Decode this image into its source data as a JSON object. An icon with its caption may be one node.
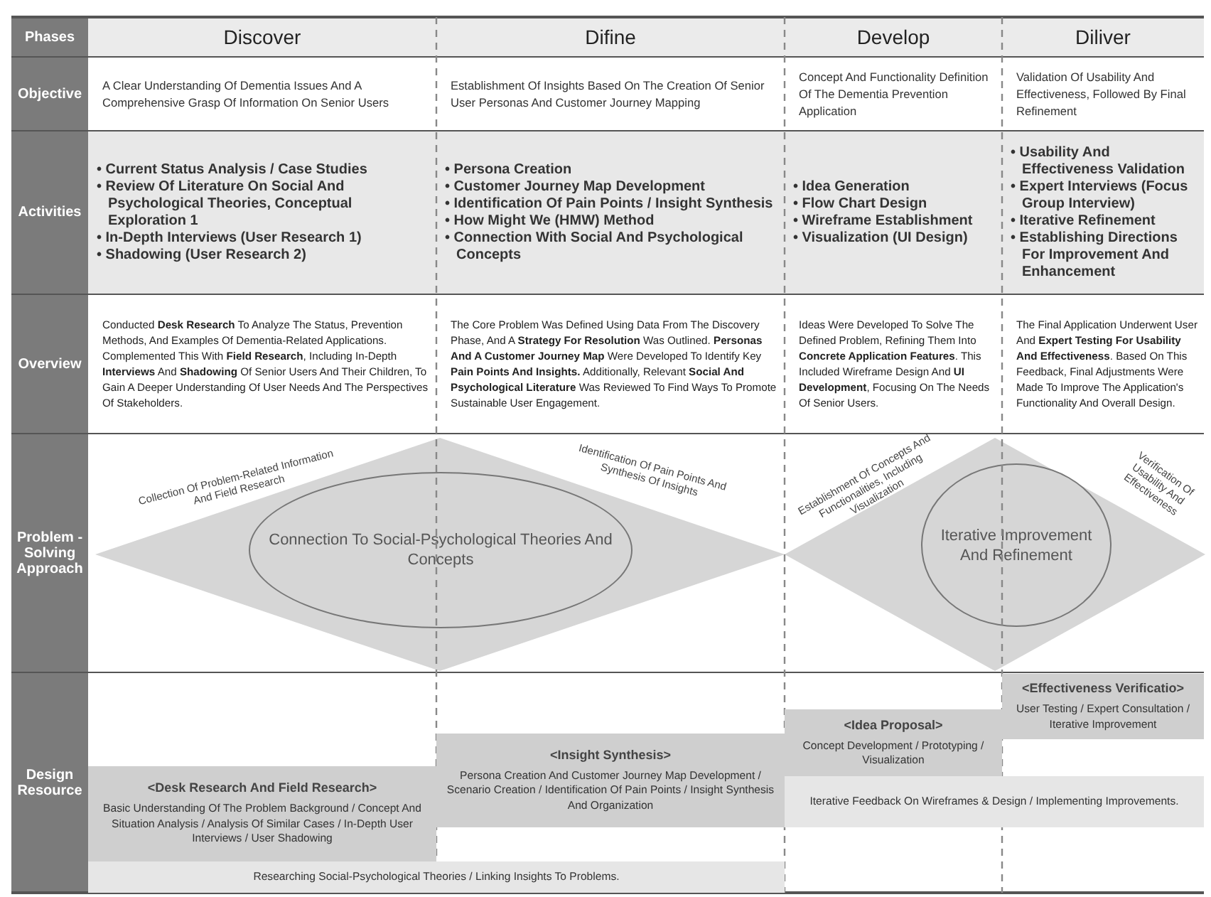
{
  "diagram": {
    "nodes": [
      {
        "text": [],
        "shape": "diamond"
      },
      {
        "text": [
          "Connection To Social-Psychological Theories And Concepts"
        ],
        "in": 0
      },
      {
        "text": [],
        "shape": "diamond"
      },
      {
        "text": [
          "Iterative Improvement And Refinement"
        ],
        "in": 2
      },
      {
        "text": [
          "<Effectiveness Verificatio>",
          "User Testing / Expert Consultation / Iterative Improvement"
        ]
      },
      {
        "text": [
          "<Idea Proposal>",
          "Concept Development / Prototyping / Visualization"
        ]
      },
      {
        "text": [
          "<Insight Synthesis>",
          "Persona Creation And Customer Journey Map Development / Scenario Creation / Identification Of Pain Points / Insight Synthesis And Organization"
        ]
      },
      {
        "text": [
          "<Desk Research And Field Research>",
          "Basic Understanding Of The Problem Background / Concept And Situation Analysis / Analysis Of Similar Cases / In-Depth User Interviews / User Shadowing"
        ]
      },
      {
        "text": [
          "Iterative Feedback On Wireframes & Design / Implementing Improvements."
        ]
      },
      {
        "text": [
          "Researching Social-Psychological Theories / Linking Insights To Problems."
        ]
      }
    ],
    "labels": [
      "Phases",
      "Discover",
      "Difine",
      "Develop",
      "Diliver",
      "Objective",
      "A Clear Understanding Of Dementia Issues And A Comprehensive Grasp Of Information On Senior Users",
      "Establishment Of Insights Based On The Creation Of Senior User Personas And Customer Journey Mapping",
      "Concept And Functionality Definition Of The Dementia Prevention Application",
      "Validation Of Usability And Effectiveness, Followed By Final Refinement",
      "Activities",
      "• Current Status Analysis / Case Studies",
      "• Review Of Literature On Social And Psychological Theories, Conceptual Exploration 1",
      "• In-Depth Interviews (User Research 1)",
      "• Shadowing (User Research 2)",
      "• Persona Creation",
      "• Customer Journey Map Development",
      "• Identification Of Pain Points / Insight Synthesis",
      "• How Might We (HMW) Method",
      "• Connection With Social And Psychological Concepts",
      "• Idea Generation",
      "• Flow Chart Design",
      "• Wireframe Establishment",
      "• Visualization (UI Design)",
      "• Usability And Effectiveness Validation",
      "• Expert Interviews (Focus Group Interview)",
      "• Iterative Refinement",
      "• Establishing Directions For Improvement And Enhancement",
      "Overview",
      "Conducted **Desk Research** To Analyze The Status, Prevention Methods, And Examples Of Dementia-Related Applications. Complemented This With **Field Research**, Including In-Depth **Interviews** And **Shadowing** Of Senior Users And Their Children, To Gain A Deeper Understanding Of User Needs And The Perspectives Of Stakeholders.",
      "The Core Problem Was Defined Using Data From The Discovery Phase, And A **Strategy For Resolution** Was Outlined. **Personas And A Customer Journey Map** Were Developed To Identify Key **Pain Points And Insights.** Additionally, Relevant **Social And Psychological Literature** Was Reviewed To Find Ways To Promote Sustainable User Engagement.",
      "Ideas Were Developed To Solve The Defined Problem, Refining Them Into **Concrete Application Features**. This Included Wireframe Design And **UI Development**, Focusing On The Needs Of Senior Users.",
      "The Final Application Underwent User And **Expert Testing For Usability And Effectiveness**. Based On This Feedback, Final Adjustments Were Made To Improve The Application's Functionality And Overall Design.",
      "Problem -Solving Approach",
      "Collection Of Problem-Related Information And Field Research",
      "Identification Of Pain Points And Synthesis Of Insights",
      "Establishment Of Concepts And Functionalities, Including Visualization",
      "Verification Of Usability And Effectiveness",
      "Design Resource"
    ]
  }
}
